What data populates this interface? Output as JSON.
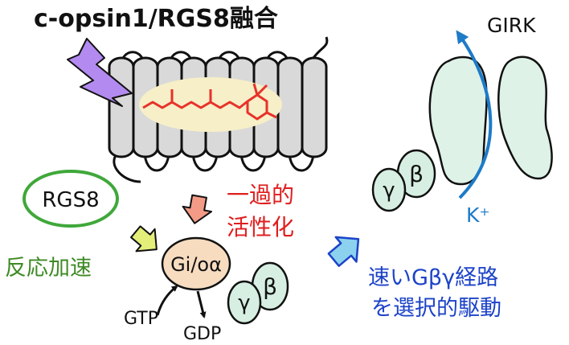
{
  "title": "c-opsin1/RGS8融合",
  "labels": {
    "rgs8": "RGS8",
    "reaction": "反応加速",
    "transient_line1": "一過的",
    "transient_line2": "活性化",
    "gio": "Gi/oα",
    "gamma": "γ",
    "beta": "β",
    "gtp": "GTP",
    "gdp": "GDP",
    "girk": "GIRK",
    "k_plus": "K⁺",
    "fast_line1": "速いGβγ経路",
    "fast_line2": "を選択的駆動"
  },
  "colors": {
    "title_text": "#111111",
    "helix_fill": "#d9d9d9",
    "retinal_pocket": "#f6efc8",
    "retinal": "#e8322a",
    "light_bolt": "#b38af0",
    "rgs8_border": "#3fa83a",
    "reaction_text": "#3e8a25",
    "reaction_arrow": "#e4ef7a",
    "transient_text": "#e01e1e",
    "transient_arrow": "#f39b86",
    "gio_fill": "#f7dcc0",
    "gbg_fill": "#d6efe2",
    "girk_fill": "#def2e7",
    "potassium_arrow": "#1d7bc8",
    "fast_text": "#1c43c8",
    "fast_arrow": "#8cd2ee"
  }
}
